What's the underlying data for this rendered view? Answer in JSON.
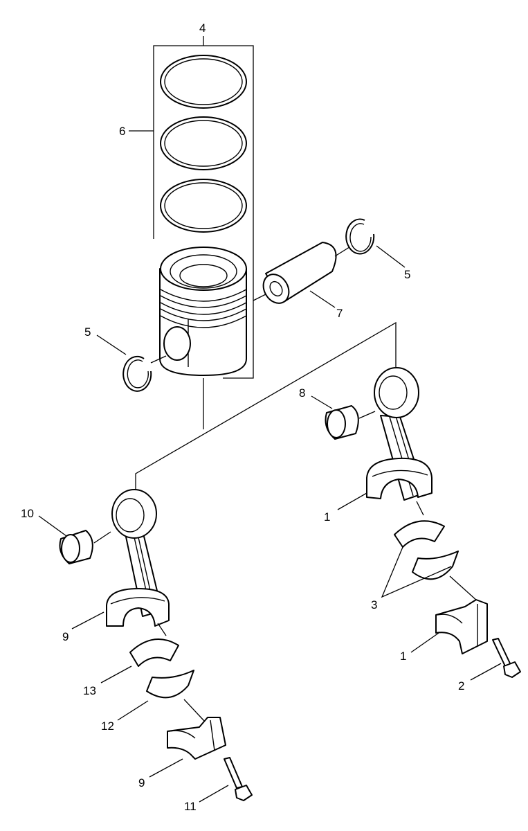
{
  "callouts": [
    {
      "id": "c4",
      "text": "4"
    },
    {
      "id": "c6",
      "text": "6"
    },
    {
      "id": "c5a",
      "text": "5"
    },
    {
      "id": "c7",
      "text": "7"
    },
    {
      "id": "c5b",
      "text": "5"
    },
    {
      "id": "c8",
      "text": "8"
    },
    {
      "id": "c1a",
      "text": "1"
    },
    {
      "id": "c10",
      "text": "10"
    },
    {
      "id": "c3",
      "text": "3"
    },
    {
      "id": "c9a",
      "text": "9"
    },
    {
      "id": "c1b",
      "text": "1"
    },
    {
      "id": "c2",
      "text": "2"
    },
    {
      "id": "c13",
      "text": "13"
    },
    {
      "id": "c12",
      "text": "12"
    },
    {
      "id": "c9b",
      "text": "9"
    },
    {
      "id": "c11",
      "text": "11"
    }
  ]
}
